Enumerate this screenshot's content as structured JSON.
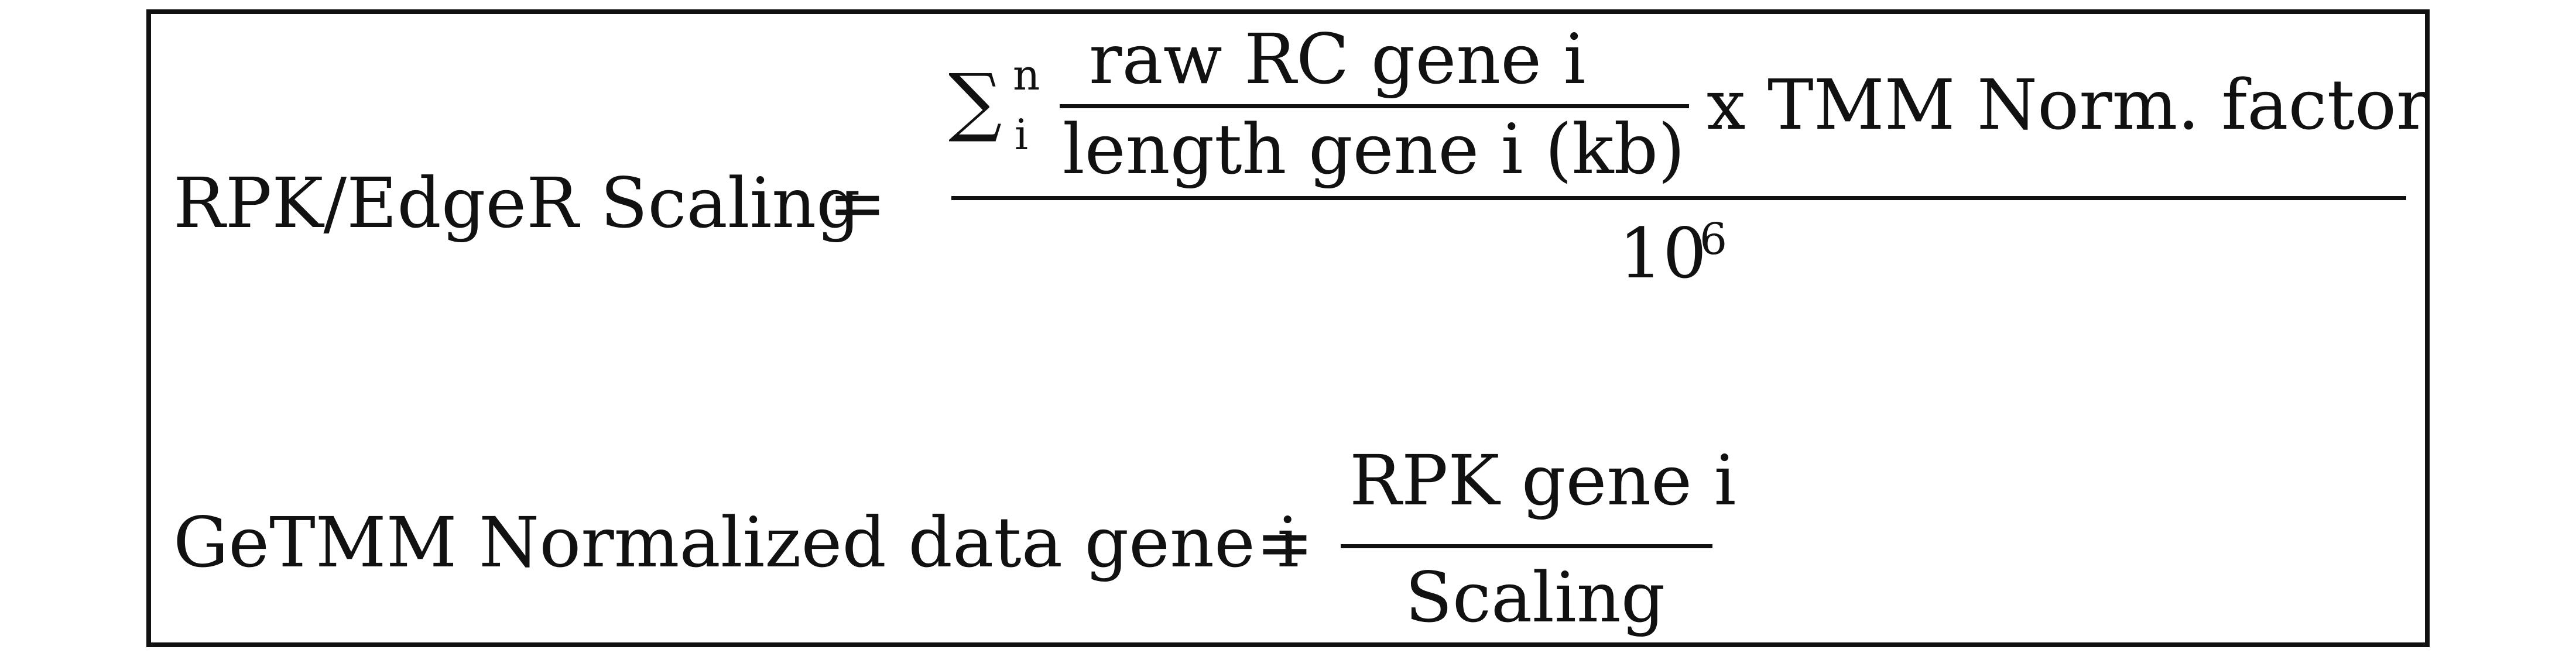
{
  "equation1": {
    "lhs": "RPK/EdgeR Scaling",
    "equals": "=",
    "sum_symbol": "∑",
    "sum_upper": "n",
    "sum_lower": "i",
    "inner_numerator": "raw RC gene i",
    "inner_denominator": "length gene i (kb)",
    "multiplier": "x TMM Norm. factor",
    "outer_denominator_base": "10",
    "outer_denominator_exponent": "6"
  },
  "equation2": {
    "lhs": "GeTMM Normalized data gene i",
    "equals": "=",
    "numerator": "RPK gene i",
    "denominator": "Scaling"
  }
}
